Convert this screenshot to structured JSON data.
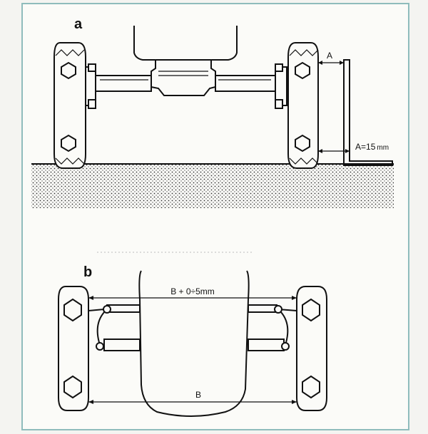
{
  "figure": {
    "panel_a": {
      "label": "a",
      "dim_top": "A",
      "dim_bottom": "A",
      "dim_bottom_value": "=15",
      "dim_bottom_unit": "mm"
    },
    "panel_b": {
      "label": "b",
      "dim_top": "B + 0÷5mm",
      "dim_bottom": "B"
    },
    "colors": {
      "frame_border": "#8fbcbc",
      "ink": "#111111",
      "paper": "#fbfbf8"
    }
  }
}
